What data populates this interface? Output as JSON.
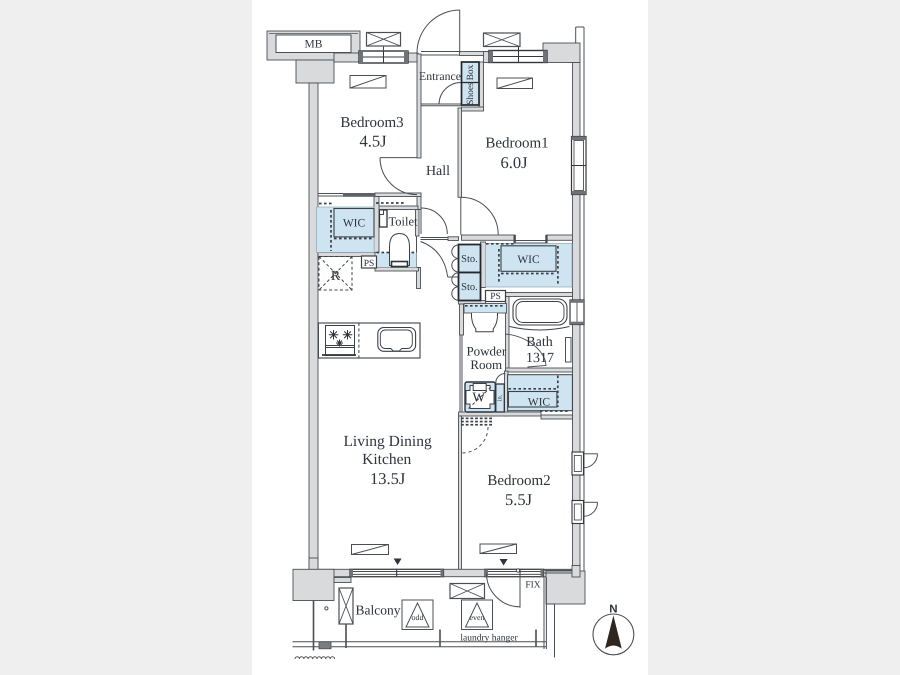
{
  "palette": {
    "outer_background": "#efefef",
    "paper_background": "#ffffff",
    "wall_fill": "#d8dadb",
    "dark_wall_fill": "#5d6166",
    "line_color": "#4b4f54",
    "thick_border_color": "#24282c",
    "storage_fill": "#cee4f1",
    "text_color": "#2e333c",
    "compass_needle": "#2f2620"
  },
  "plan": {
    "mb": "MB",
    "entrance": {
      "label": "Entrance",
      "shoes_box_line1": "Shoes",
      "shoes_box_line2": "Box"
    },
    "hall": "Hall",
    "bedroom3": {
      "label": "Bedroom3",
      "size": "4.5J"
    },
    "bedroom1": {
      "label": "Bedroom1",
      "size": "6.0J"
    },
    "bedroom2": {
      "label": "Bedroom2",
      "size": "5.5J"
    },
    "ldk": {
      "line1": "Living Dining",
      "line2": "Kitchen",
      "size": "13.5J"
    },
    "toilet": "Toilet",
    "wic": "WIC",
    "ps": "PS",
    "refrigerator": "R",
    "storage": "Sto.",
    "powder_room_line1": "Powder",
    "powder_room_line2": "Room",
    "bath": {
      "label": "Bath",
      "size": "1317"
    },
    "washer": "W",
    "closet_in": "in.",
    "fix_window": "FIX",
    "balcony": {
      "label": "Balcony",
      "hanger_left": "odd",
      "hanger_right": "even",
      "note": "laundry hanger"
    },
    "compass_north": "N"
  }
}
